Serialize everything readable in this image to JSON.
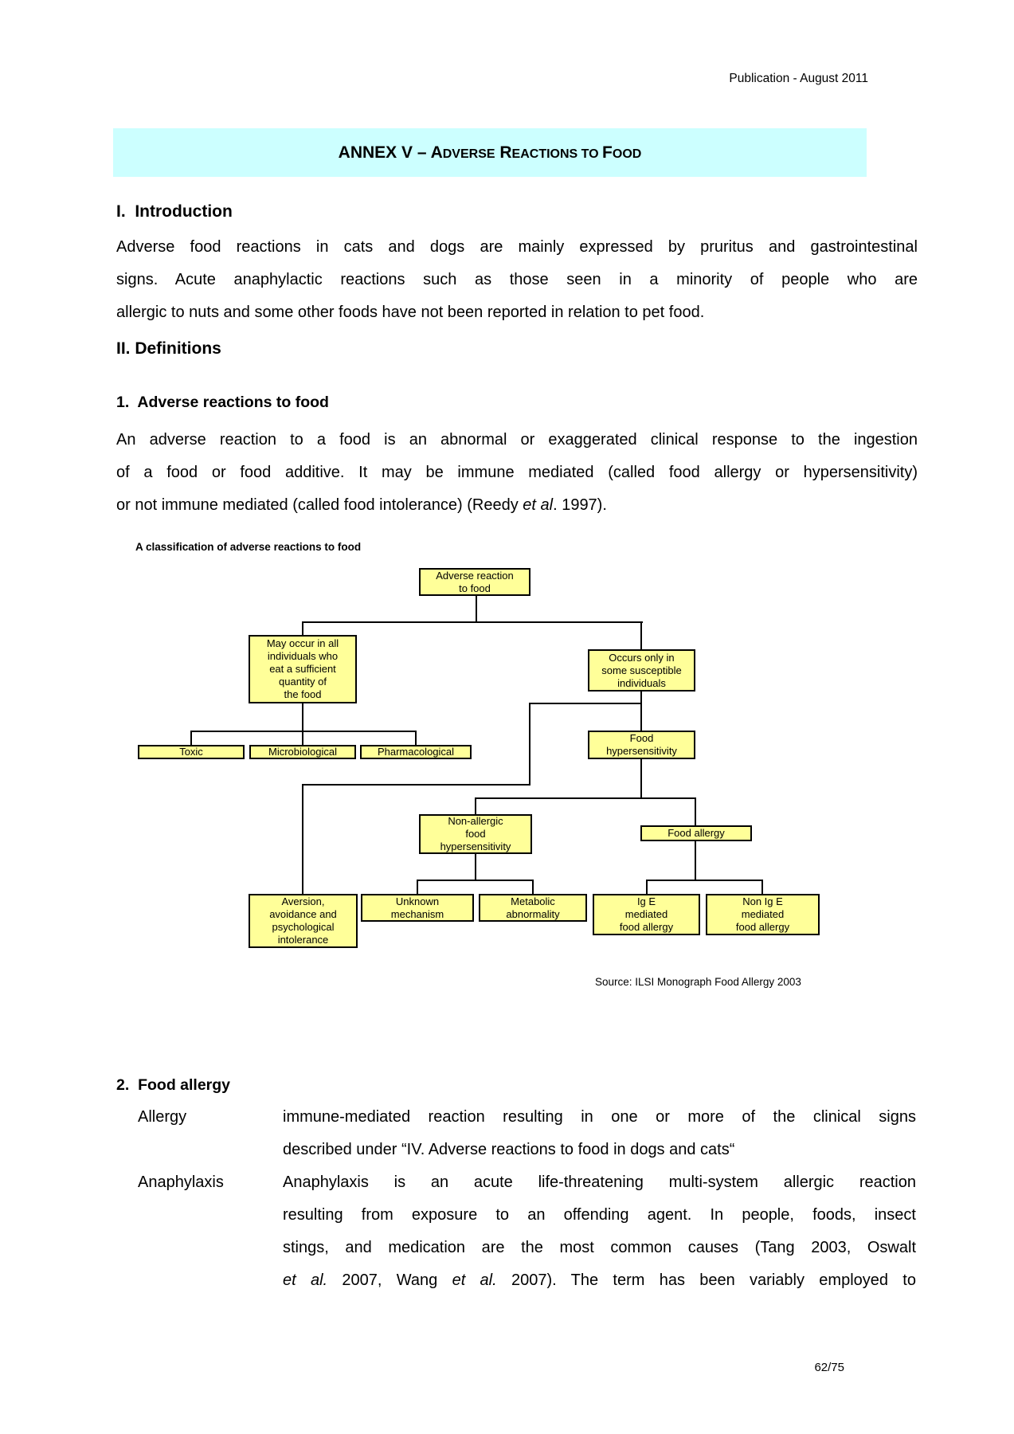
{
  "page": {
    "header_right": "Publication - August 2011",
    "page_number": "62/75",
    "colors": {
      "banner_bg": "#ccffff",
      "node_fill": "#ffff99",
      "line": "#000000"
    }
  },
  "banner": {
    "title_full": "ANNEX V – Adverse Reactions to Food",
    "seg1": "ANNEX V – A",
    "seg2": "DVERSE",
    "seg3": " R",
    "seg4": "EACTIONS",
    "seg5": " TO ",
    "seg6": "F",
    "seg7": "OOD"
  },
  "intro": {
    "heading": "I.  Introduction",
    "line1": "Adverse food reactions in cats and dogs are mainly expressed by pruritus and gastrointestinal",
    "line2": "signs. Acute anaphylactic reactions such as those seen in a minority of people who are",
    "line3": "allergic to nuts and some other foods have not been reported in relation to pet food."
  },
  "definitions": {
    "heading": "II. Definitions"
  },
  "sub1": {
    "heading": "1.  Adverse reactions to food",
    "line1": "An adverse reaction to a food is an abnormal or exaggerated clinical response to the ingestion",
    "line2": "of a food or food additive.  It may be immune mediated (called food allergy or hypersensitivity)",
    "line3a": "or not immune mediated (called food intolerance) (Reedy ",
    "line3b": "et al",
    "line3c": ". 1997)."
  },
  "diagram": {
    "title": "A classification of adverse reactions to food",
    "source": "Source: ILSI Monograph Food Allergy 2003",
    "nodes": [
      {
        "id": "adverse-reaction",
        "label": "Adverse reaction\nto food"
      },
      {
        "id": "may-occur",
        "label": "May occur in all\nindividuals who\neat a sufficient\nquantity of\nthe food"
      },
      {
        "id": "occurs-only",
        "label": "Occurs only in\nsome susceptible\nindividuals"
      },
      {
        "id": "toxic",
        "label": "Toxic"
      },
      {
        "id": "microbiological",
        "label": "Microbiological"
      },
      {
        "id": "pharmacological",
        "label": "Pharmacological"
      },
      {
        "id": "food-hypersensitivity",
        "label": "Food\nhypersensitivity"
      },
      {
        "id": "non-allergic",
        "label": "Non-allergic\nfood\nhypersensitivity"
      },
      {
        "id": "food-allergy",
        "label": "Food allergy"
      },
      {
        "id": "aversion",
        "label": "Aversion,\navoidance and\npsychological\nintolerance"
      },
      {
        "id": "unknown-mechanism",
        "label": "Unknown\nmechanism"
      },
      {
        "id": "metabolic",
        "label": "Metabolic\nabnormality"
      },
      {
        "id": "ige-mediated",
        "label": "Ig E\nmediated\nfood allergy"
      },
      {
        "id": "non-ige-mediated",
        "label": "Non Ig E\nmediated\nfood allergy"
      }
    ]
  },
  "sub2": {
    "heading": "2.  Food allergy",
    "allergy_label": "Allergy",
    "allergy_line1": "immune-mediated reaction resulting in one or more of the clinical signs",
    "allergy_line2": "described under “IV. Adverse reactions to food in dogs and cats“",
    "anaphylaxis_label": "Anaphylaxis",
    "ana_line1": "Anaphylaxis is an acute life-threatening multi-system allergic reaction",
    "ana_line2": "resulting from exposure to an offending agent. In people, foods, insect",
    "ana_line3": "stings, and medication are the most common causes (Tang 2003, Oswalt",
    "ana_line4a": "et al.",
    "ana_line4b": " 2007, Wang ",
    "ana_line4c": "et al.",
    "ana_line4d": " 2007).  The term has been variably employed to"
  }
}
